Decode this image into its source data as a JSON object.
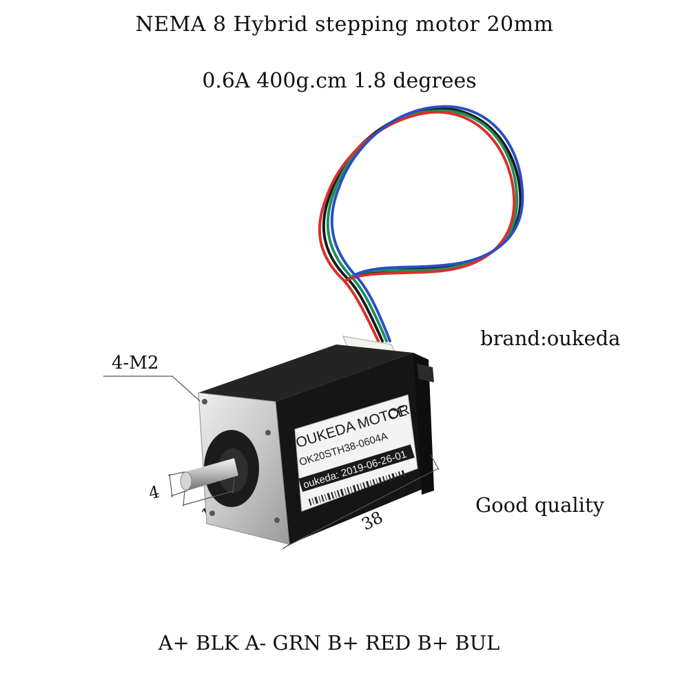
{
  "title": "NEMA 8 Hybrid stepping motor 20mm",
  "subtitle": "0.6A 400g.cm 1.8 degrees",
  "brand": "brand:oukeda",
  "quality": "Good quality",
  "wiring": "A+ BLK A- GRN B+ RED B+ BUL",
  "callout": "4-M2",
  "dimensions": {
    "shaft_diameter": "4",
    "shaft_length": "10",
    "body_length": "38"
  },
  "label": {
    "brand_text": "OUKEDA MOTOR",
    "ce_mark": "CE",
    "model": "OK20STH38-0604A",
    "date_line": "oukeda: 2019-06-26-01"
  },
  "wire_colors": {
    "black": "#1a1a1a",
    "green": "#1f8f5a",
    "red": "#d9302a",
    "blue": "#2a4fc4"
  }
}
